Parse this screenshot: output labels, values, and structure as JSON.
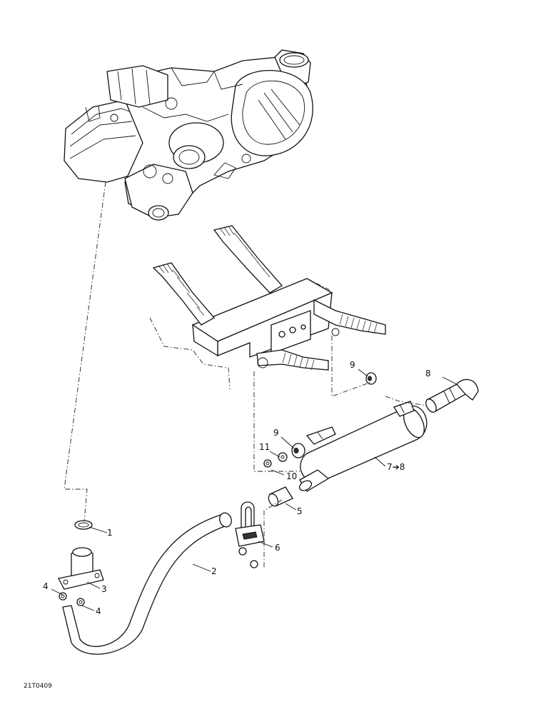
{
  "figure_ref": "21T0409",
  "callouts": [
    {
      "id": "c1",
      "label": "1"
    },
    {
      "id": "c2",
      "label": "2"
    },
    {
      "id": "c3",
      "label": "3"
    },
    {
      "id": "c4a",
      "label": "4"
    },
    {
      "id": "c4b",
      "label": "4"
    },
    {
      "id": "c5",
      "label": "5"
    },
    {
      "id": "c6",
      "label": "6"
    },
    {
      "id": "c7",
      "label": "7➔8"
    },
    {
      "id": "c8",
      "label": "8"
    },
    {
      "id": "c9a",
      "label": "9"
    },
    {
      "id": "c9b",
      "label": "9"
    },
    {
      "id": "c10",
      "label": "10"
    },
    {
      "id": "c11",
      "label": "11"
    }
  ]
}
